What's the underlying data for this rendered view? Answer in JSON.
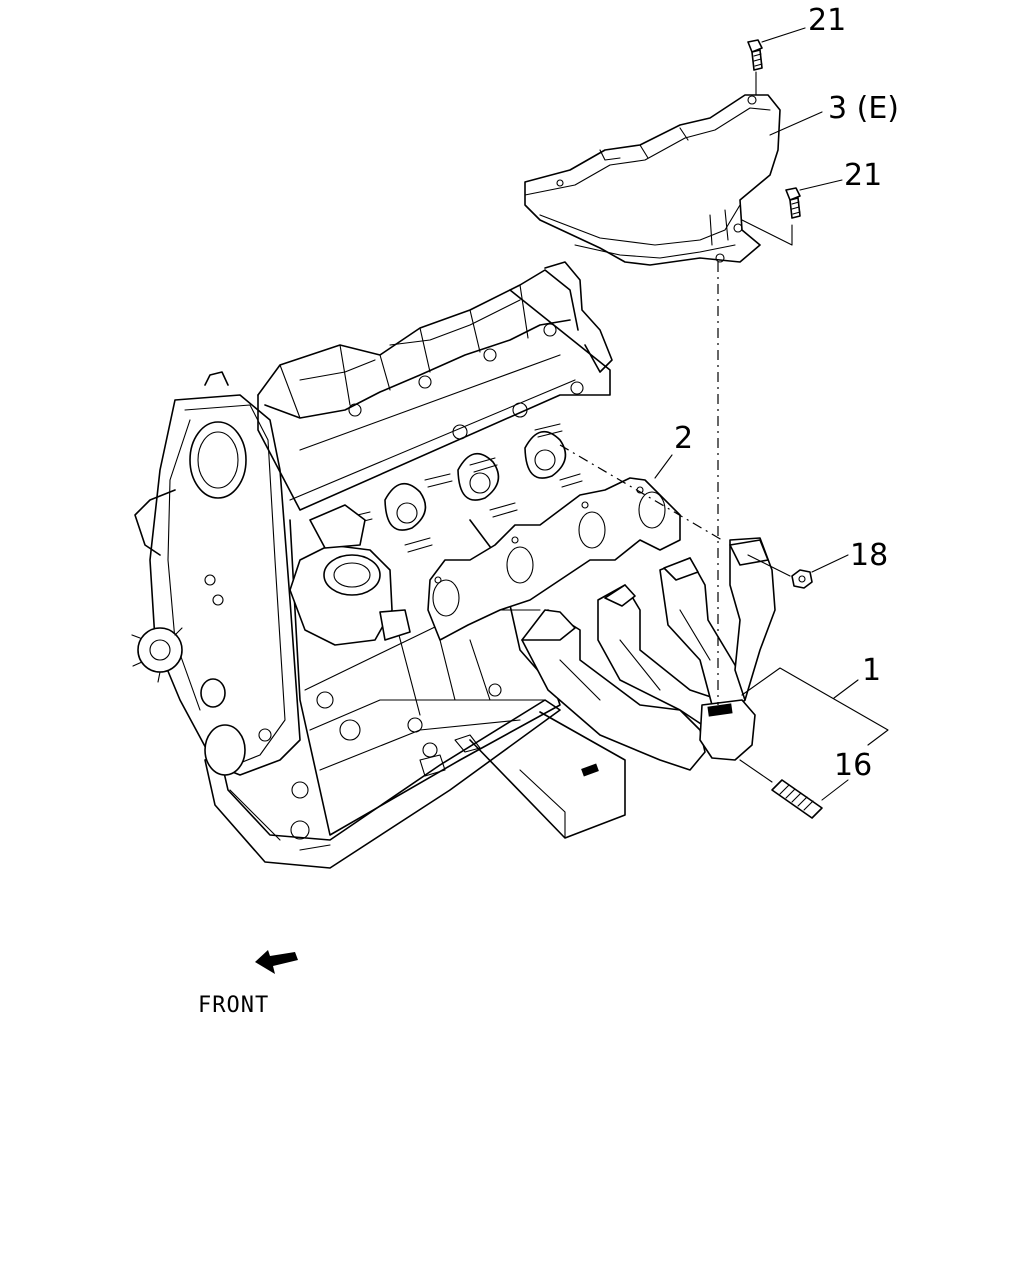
{
  "callouts": {
    "c21_top": "21",
    "c3": "3 (E)",
    "c21_mid": "21",
    "c2": "2",
    "c18": "18",
    "c1": "1",
    "c16": "16"
  },
  "front": {
    "label": "FRONT",
    "arrow_icon": "front-arrow-icon"
  },
  "colors": {
    "ink": "#000000",
    "paper": "#ffffff"
  }
}
